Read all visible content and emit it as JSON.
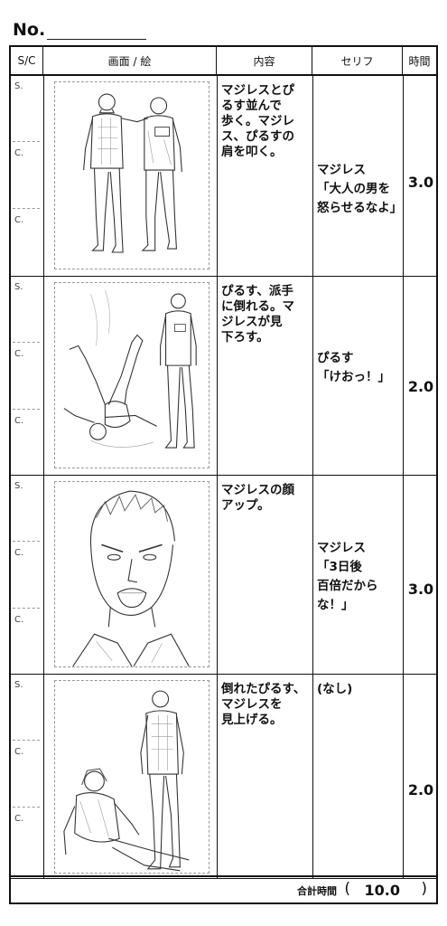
{
  "sheet": {
    "number_label": "No.",
    "headers": {
      "sc": "S/C",
      "picture": "画面 / 絵",
      "content": "内容",
      "dialogue": "セリフ",
      "time": "時間"
    },
    "marks": {
      "s": "S.",
      "c1": "C.",
      "c2": "C."
    },
    "total_label": "合計時間",
    "total_open": "(",
    "total_value": "10.0",
    "total_close": ")"
  },
  "rows": [
    {
      "content_lines": [
        "マジレスとぴ",
        "るす並んで",
        "歩く。マジレ",
        "ス、ぴるすの",
        "肩を叩く。"
      ],
      "dialogue_lines": [
        "マジレス",
        "「大人の男を",
        "怒らせるなよ」"
      ],
      "time": "3.0",
      "drawing": "two-men-walking"
    },
    {
      "content_lines": [
        "ぴるす、派手",
        "に倒れる。マ",
        "ジレスが見",
        "下ろす。"
      ],
      "dialogue_lines": [
        "ぴるす",
        "「けおっ！」"
      ],
      "time": "2.0",
      "drawing": "man-falling"
    },
    {
      "content_lines": [
        "マジレスの顔",
        "アップ。"
      ],
      "dialogue_lines": [
        "マジレス",
        "「3日後",
        "百倍だから",
        "な！」"
      ],
      "time": "3.0",
      "drawing": "angry-face-closeup"
    },
    {
      "content_lines": [
        "倒れたぴるす、",
        "マジレスを",
        "見上げる。"
      ],
      "dialogue_lines": [
        "(なし)"
      ],
      "time": "2.0",
      "drawing": "man-looking-up"
    }
  ]
}
